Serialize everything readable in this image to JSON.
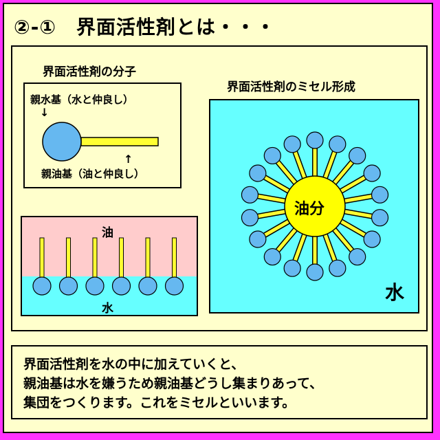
{
  "title": "②-①　界面活性剤とは・・・",
  "molecule": {
    "heading": "界面活性剤の分子",
    "hydrophilic_label": "親水基（水と仲良し）",
    "lipophilic_label": "親油基（油と仲良し）"
  },
  "interface": {
    "oil_label": "油",
    "water_label": "水",
    "molecule_count": 6
  },
  "micelle": {
    "heading": "界面活性剤のミセル形成",
    "center_label": "油分",
    "water_label": "水",
    "molecule_count": 18
  },
  "description": {
    "lines": [
      "界面活性剤を水の中に加えていくと、",
      "親油基は水を嫌うため親油基どうし集まりあって、",
      "集団をつくります。これをミセルといいます。"
    ]
  },
  "colors": {
    "background": "#ff33ff",
    "panel": "#ffffcc",
    "head": "#66b8f0",
    "tail": "#ffff33",
    "oil": "#ffcccc",
    "water": "#66ffff",
    "oil_core": "#ffff00"
  }
}
